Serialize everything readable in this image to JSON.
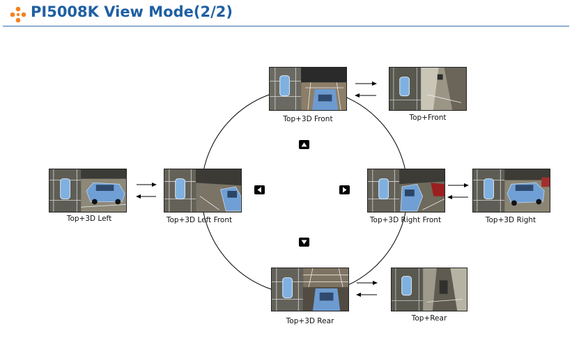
{
  "header": {
    "title": "PI5008K View Mode(2/2)",
    "logo_icon": "four-dot-cross-logo",
    "accent_color": "#f5821f",
    "title_color": "#1f5fa3"
  },
  "views": {
    "top_3d_front": {
      "caption": "Top+3D Front"
    },
    "top_front": {
      "caption": "Top+Front"
    },
    "top_3d_left": {
      "caption": "Top+3D Left"
    },
    "top_3d_left_front": {
      "caption": "Top+3D Left Front"
    },
    "top_3d_right_front": {
      "caption": "Top+3D Right Front"
    },
    "top_3d_right": {
      "caption": "Top+3D Right"
    },
    "top_3d_rear": {
      "caption": "Top+3D Rear"
    },
    "top_rear": {
      "caption": "Top+Rear"
    }
  },
  "nav_buttons": {
    "up": "triangle-up-icon",
    "down": "triangle-down-icon",
    "left": "triangle-left-icon",
    "right": "triangle-right-icon"
  }
}
